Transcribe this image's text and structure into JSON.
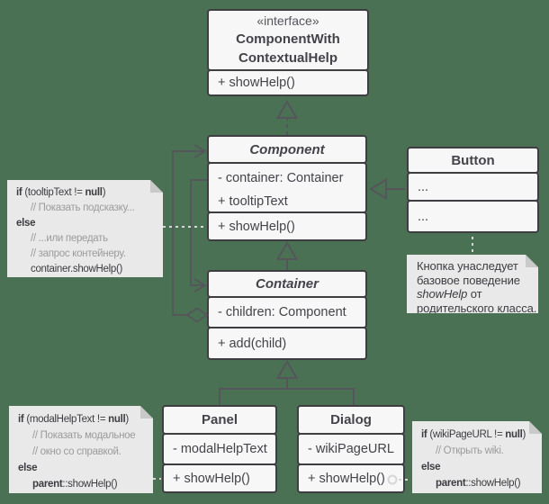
{
  "colors": {
    "bg": "#4b7154",
    "box-fill": "#f7f7f7",
    "box-border": "#3e3e42",
    "text-dark": "#43434a",
    "note-fill": "#e9e9e9",
    "note-fold": "#c9c9c9",
    "code-comment": "#9b9b9b",
    "line-dark": "#55555b",
    "line-light": "#d6d6d6"
  },
  "classes": {
    "interface": {
      "stereotype": "«interface»",
      "name_line1": "ComponentWith",
      "name_line2": "ContextualHelp",
      "method": "+ showHelp()"
    },
    "component": {
      "name": "Component",
      "field1": "- container: Container",
      "field2": "+ tooltipText",
      "method": "+ showHelp()"
    },
    "button": {
      "name": "Button",
      "row1": "...",
      "row2": "..."
    },
    "container": {
      "name": "Container",
      "field": "- children: Component",
      "method": "+ add(child)"
    },
    "panel": {
      "name": "Panel",
      "field": "- modalHelpText",
      "method": "+ showHelp()"
    },
    "dialog": {
      "name": "Dialog",
      "field": "- wikiPageURL",
      "method": "+ showHelp()"
    }
  },
  "notes": {
    "tooltip": {
      "kw_if": "if",
      "cond": " (tooltipText != ",
      "kw_null": "null",
      "close": ")",
      "c1": "// Показать подсказку...",
      "kw_else": "else",
      "c2": "// ...или передать",
      "c3": "// запрос контейнеру.",
      "call": "container.showHelp()"
    },
    "button_inherit": {
      "l1": "Кнопка унаследует",
      "l2": "базовое поведение",
      "l3_italic": "showHelp",
      "l3_rest": " от",
      "l4": "родительского класса."
    },
    "modal": {
      "kw_if": "if",
      "cond": " (modalHelpText != ",
      "kw_null": "null",
      "close": ")",
      "c1": "// Показать модальное",
      "c2": "// окно со справкой.",
      "kw_else": "else",
      "kw_parent": "parent",
      "call": "::showHelp()"
    },
    "wiki": {
      "kw_if": "if",
      "cond": " (wikiPageURL != ",
      "kw_null": "null",
      "close": ")",
      "c1": "// Открыть wiki.",
      "kw_else": "else",
      "kw_parent": "parent",
      "call": "::showHelp()"
    }
  }
}
